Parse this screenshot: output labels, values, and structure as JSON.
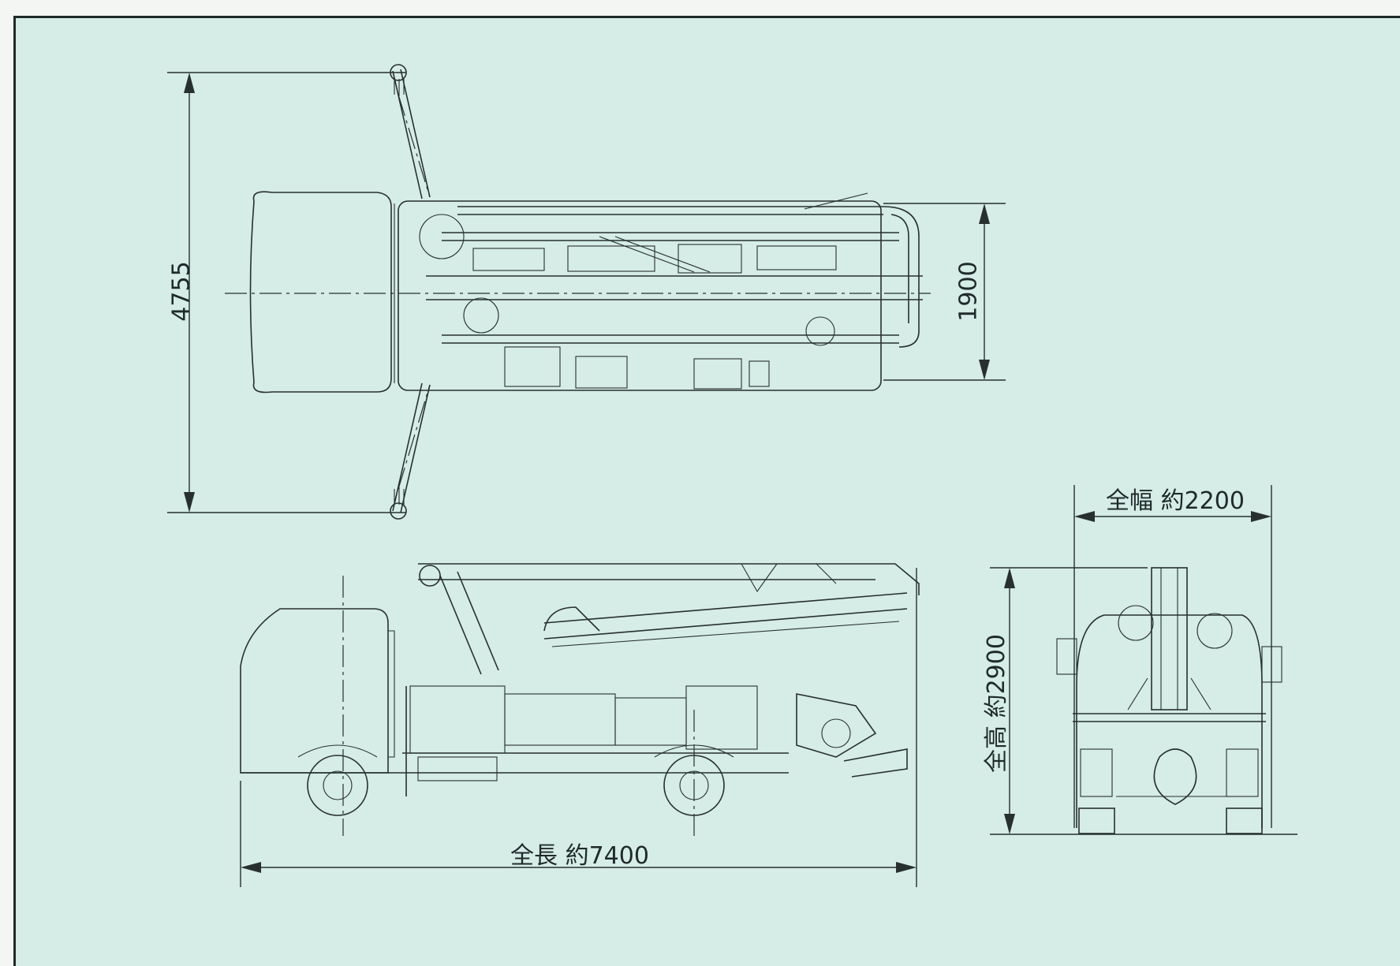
{
  "dimensions": {
    "outrigger_span": "4755",
    "body_width_top_view": "1900",
    "overall_width": "全幅  約2200",
    "overall_height": "全高  約2900",
    "overall_length": "全長  約7400"
  }
}
